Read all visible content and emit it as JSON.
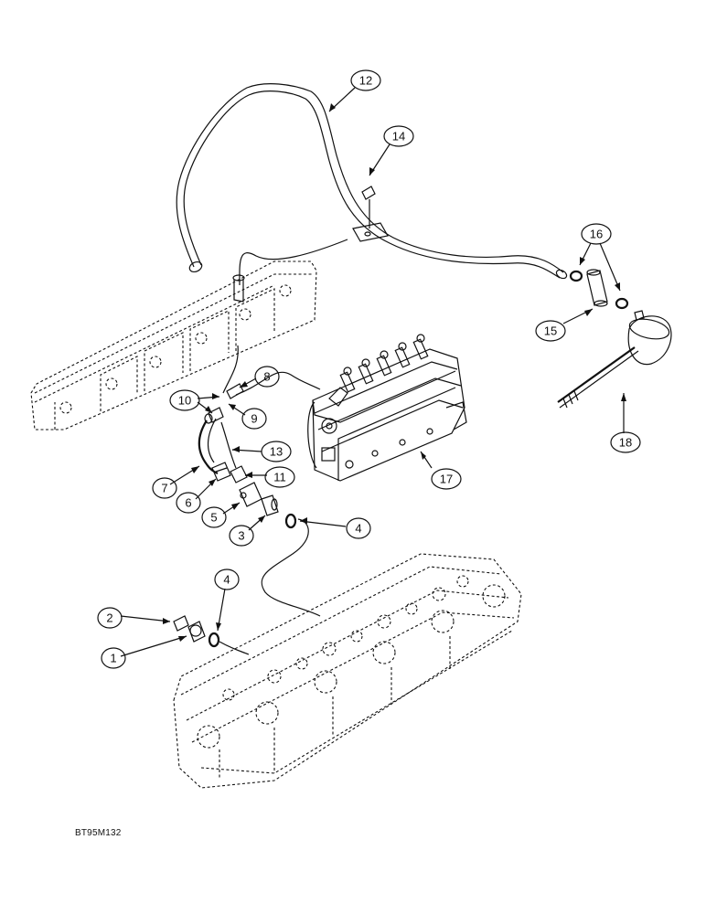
{
  "diagram": {
    "reference_code": "BT95M132",
    "callouts": [
      {
        "id": "c1",
        "label": "1"
      },
      {
        "id": "c2",
        "label": "2"
      },
      {
        "id": "c3",
        "label": "3"
      },
      {
        "id": "c4a",
        "label": "4"
      },
      {
        "id": "c4b",
        "label": "4"
      },
      {
        "id": "c5",
        "label": "5"
      },
      {
        "id": "c6",
        "label": "6"
      },
      {
        "id": "c7",
        "label": "7"
      },
      {
        "id": "c8",
        "label": "8"
      },
      {
        "id": "c9",
        "label": "9"
      },
      {
        "id": "c10",
        "label": "10"
      },
      {
        "id": "c11",
        "label": "11"
      },
      {
        "id": "c12",
        "label": "12"
      },
      {
        "id": "c13",
        "label": "13"
      },
      {
        "id": "c14",
        "label": "14"
      },
      {
        "id": "c15",
        "label": "15"
      },
      {
        "id": "c16",
        "label": "16"
      },
      {
        "id": "c17",
        "label": "17"
      },
      {
        "id": "c18",
        "label": "18"
      }
    ]
  }
}
